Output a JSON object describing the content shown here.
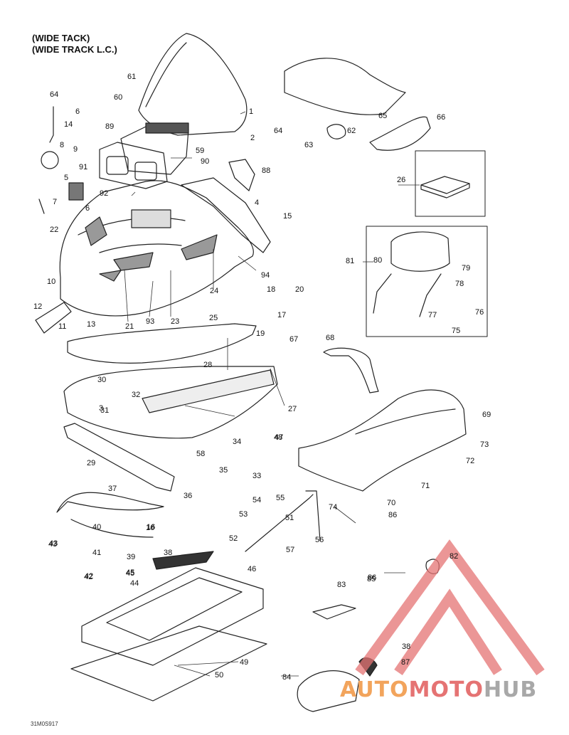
{
  "header": {
    "line1": "(WIDE TACK)",
    "line2": "(WIDE TRACK L.C.)"
  },
  "drawing_code": "31M0S917",
  "watermark": {
    "part1": "AUTO",
    "part2": "MOTO",
    "part3": "HUB",
    "colors": {
      "auto": "#f2a45c",
      "moto": "#e57373",
      "hub": "#a8a8a8",
      "logo": "#e57373"
    }
  },
  "callouts": [
    "1",
    "2",
    "3",
    "4",
    "5",
    "6",
    "7",
    "8",
    "9",
    "10",
    "11",
    "12",
    "13",
    "14",
    "15",
    "16",
    "17",
    "18",
    "19",
    "20",
    "21",
    "22",
    "23",
    "24",
    "25",
    "26",
    "27",
    "28",
    "29",
    "30",
    "31",
    "32",
    "33",
    "34",
    "35",
    "36",
    "37",
    "38",
    "39",
    "40",
    "41",
    "42",
    "43",
    "44",
    "45",
    "46",
    "47",
    "48",
    "49",
    "50",
    "51",
    "52",
    "53",
    "54",
    "55",
    "56",
    "57",
    "58",
    "59",
    "60",
    "61",
    "62",
    "63",
    "64",
    "65",
    "66",
    "67",
    "68",
    "69",
    "70",
    "71",
    "72",
    "73",
    "74",
    "75",
    "76",
    "77",
    "78",
    "79",
    "80",
    "81",
    "82",
    "83",
    "84",
    "85",
    "86",
    "87",
    "88",
    "89",
    "90",
    "91",
    "92",
    "93",
    "94"
  ]
}
